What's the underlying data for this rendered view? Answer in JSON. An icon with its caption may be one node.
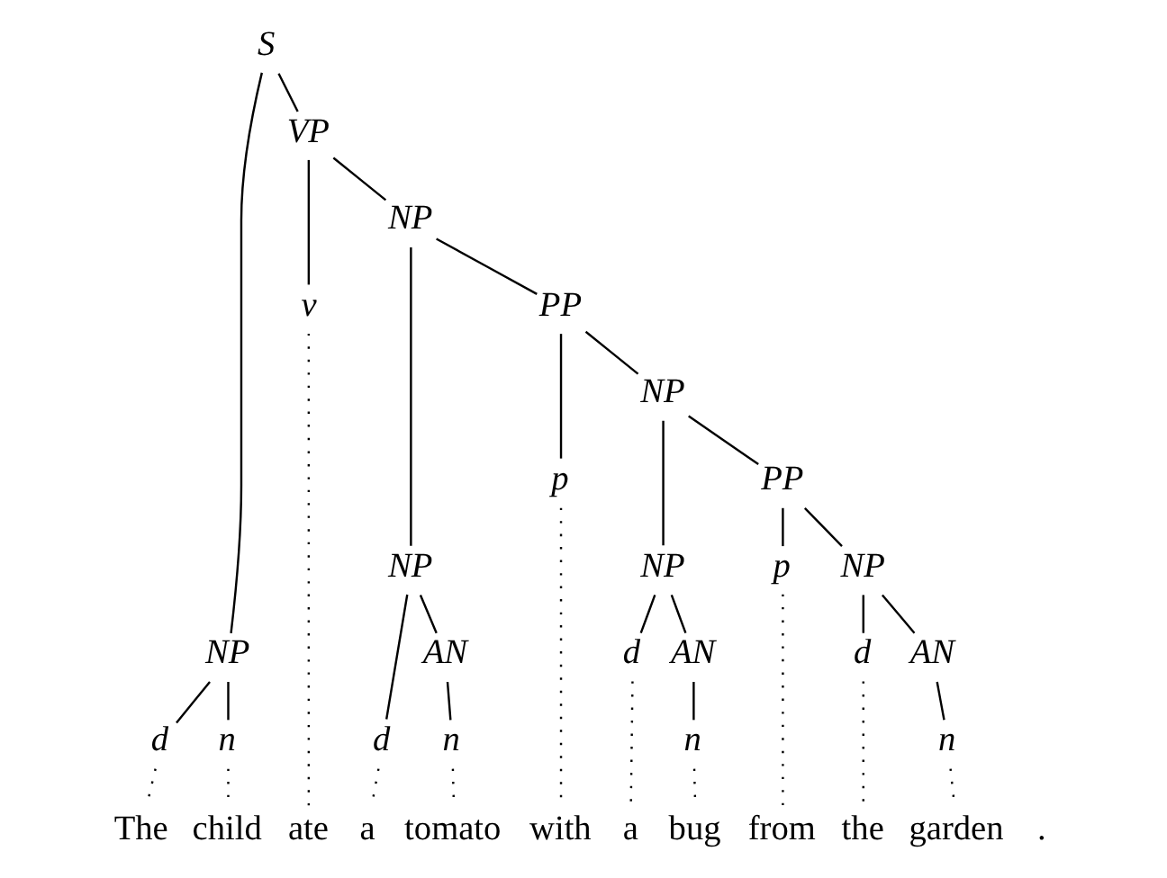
{
  "diagram": {
    "nodes": [
      {
        "text": [
          "S"
        ]
      },
      {
        "text": [
          "NP"
        ]
      },
      {
        "text": [
          "VP"
        ]
      },
      {
        "text": [
          "d"
        ]
      },
      {
        "text": [
          "n"
        ]
      },
      {
        "text": [
          "v"
        ]
      },
      {
        "text": [
          "NP"
        ]
      },
      {
        "text": [
          "NP"
        ]
      },
      {
        "text": [
          "PP"
        ]
      },
      {
        "text": [
          "d"
        ]
      },
      {
        "text": [
          "AN"
        ]
      },
      {
        "text": [
          "p"
        ]
      },
      {
        "text": [
          "NP"
        ]
      },
      {
        "text": [
          "n"
        ]
      },
      {
        "text": [
          "NP"
        ]
      },
      {
        "text": [
          "PP"
        ]
      },
      {
        "text": [
          "d"
        ]
      },
      {
        "text": [
          "AN"
        ]
      },
      {
        "text": [
          "p"
        ]
      },
      {
        "text": [
          "NP"
        ]
      },
      {
        "text": [
          "n"
        ]
      },
      {
        "text": [
          "d"
        ]
      },
      {
        "text": [
          "AN"
        ]
      },
      {
        "text": [
          "n"
        ]
      },
      {
        "text": [
          "The"
        ]
      },
      {
        "text": [
          "child"
        ]
      },
      {
        "text": [
          "ate"
        ]
      },
      {
        "text": [
          "a"
        ]
      },
      {
        "text": [
          "tomato"
        ]
      },
      {
        "text": [
          "with"
        ]
      },
      {
        "text": [
          "a"
        ]
      },
      {
        "text": [
          "bug"
        ]
      },
      {
        "text": [
          "from"
        ]
      },
      {
        "text": [
          "the"
        ]
      },
      {
        "text": [
          "garden"
        ]
      }
    ],
    "edges": [
      {
        "from": 0,
        "to": 1,
        "arrow": "none"
      },
      {
        "from": 0,
        "to": 2,
        "arrow": "none"
      },
      {
        "from": 1,
        "to": 3,
        "arrow": "none"
      },
      {
        "from": 1,
        "to": 4,
        "arrow": "none"
      },
      {
        "from": 2,
        "to": 5,
        "arrow": "none"
      },
      {
        "from": 2,
        "to": 6,
        "arrow": "none"
      },
      {
        "from": 6,
        "to": 7,
        "arrow": "none"
      },
      {
        "from": 6,
        "to": 8,
        "arrow": "none"
      },
      {
        "from": 7,
        "to": 9,
        "arrow": "none"
      },
      {
        "from": 7,
        "to": 10,
        "arrow": "none"
      },
      {
        "from": 10,
        "to": 13,
        "arrow": "none"
      },
      {
        "from": 8,
        "to": 11,
        "arrow": "none"
      },
      {
        "from": 8,
        "to": 12,
        "arrow": "none"
      },
      {
        "from": 12,
        "to": 14,
        "arrow": "none"
      },
      {
        "from": 12,
        "to": 15,
        "arrow": "none"
      },
      {
        "from": 14,
        "to": 16,
        "arrow": "none"
      },
      {
        "from": 14,
        "to": 17,
        "arrow": "none"
      },
      {
        "from": 17,
        "to": 20,
        "arrow": "none"
      },
      {
        "from": 15,
        "to": 18,
        "arrow": "none"
      },
      {
        "from": 15,
        "to": 19,
        "arrow": "none"
      },
      {
        "from": 19,
        "to": 21,
        "arrow": "none"
      },
      {
        "from": 19,
        "to": 22,
        "arrow": "none"
      },
      {
        "from": 22,
        "to": 23,
        "arrow": "none"
      },
      {
        "from": 3,
        "to": 24,
        "arrow": "none",
        "style": "dashed"
      },
      {
        "from": 4,
        "to": 25,
        "arrow": "none",
        "style": "dashed"
      },
      {
        "from": 5,
        "to": 26,
        "arrow": "none",
        "style": "dashed"
      },
      {
        "from": 9,
        "to": 27,
        "arrow": "none",
        "style": "dashed"
      },
      {
        "from": 13,
        "to": 28,
        "arrow": "none",
        "style": "dashed"
      },
      {
        "from": 11,
        "to": 29,
        "arrow": "none",
        "style": "dashed"
      },
      {
        "from": 16,
        "to": 30,
        "arrow": "none",
        "style": "dashed"
      },
      {
        "from": 20,
        "to": 31,
        "arrow": "none",
        "style": "dashed"
      },
      {
        "from": 18,
        "to": 32,
        "arrow": "none",
        "style": "dashed"
      },
      {
        "from": 21,
        "to": 33,
        "arrow": "none",
        "style": "dashed"
      },
      {
        "from": 23,
        "to": 34,
        "arrow": "none",
        "style": "dashed"
      }
    ],
    "labels": [
      "."
    ]
  }
}
